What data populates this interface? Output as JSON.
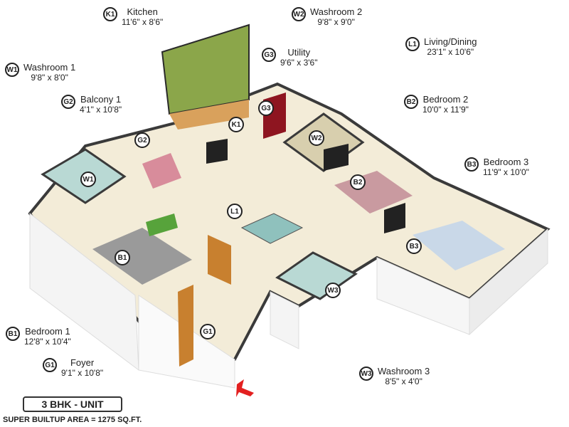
{
  "rooms": [
    {
      "code": "K1",
      "name": "Kitchen",
      "dims": "11'6\" x 8'6\""
    },
    {
      "code": "W2",
      "name": "Washroom 2",
      "dims": "9'8\" x 9'0\""
    },
    {
      "code": "L1",
      "name": "Living/Dining",
      "dims": "23'1\" x 10'6\""
    },
    {
      "code": "W1",
      "name": "Washroom 1",
      "dims": "9'8\" x 8'0\""
    },
    {
      "code": "G3",
      "name": "Utility",
      "dims": "9'6\" x 3'6\""
    },
    {
      "code": "G2",
      "name": "Balcony 1",
      "dims": "4'1\" x 10'8\""
    },
    {
      "code": "B2",
      "name": "Bedroom 2",
      "dims": "10'0\" x 11'9\""
    },
    {
      "code": "B3",
      "name": "Bedroom 3",
      "dims": "11'9\" x 10'0\""
    },
    {
      "code": "B1",
      "name": "Bedroom 1",
      "dims": "12'8\" x 10'4\""
    },
    {
      "code": "G1",
      "name": "Foyer",
      "dims": "9'1\" x 10'8\""
    },
    {
      "code": "W3",
      "name": "Washroom 3",
      "dims": "8'5\" x 4'0\""
    }
  ],
  "unit": {
    "title": "3 BHK - UNIT",
    "area": "SUPER BUILTUP AREA = 1275 SQ.FT."
  },
  "colors": {
    "kitchen_wall": "#8ba64a",
    "wall_top": "#3a3a3a",
    "floor": "#f3ecd8",
    "entry_arrow": "#e32020",
    "door": "#c8802f"
  },
  "icons": {
    "entry": "entry-arrow-icon"
  }
}
